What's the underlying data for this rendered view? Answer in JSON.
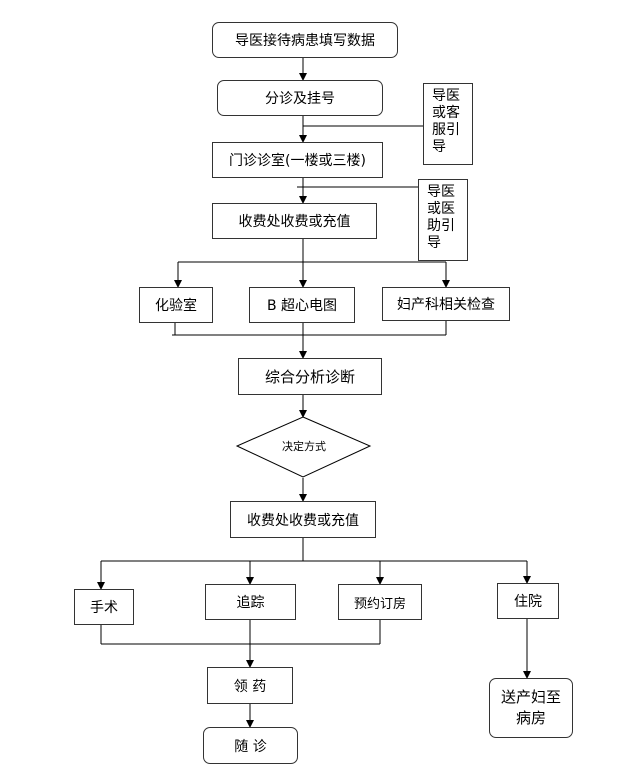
{
  "steps": {
    "reception": "导医接待病患填写数据",
    "triage": "分诊及挂号",
    "guide_service": "导医或客服引导",
    "clinic": "门诊诊室(一楼或三楼)",
    "payment1": "收费处收费或充值",
    "guide_assistant": "导医或医助引导",
    "lab": "化验室",
    "ultrasound": "B 超心电图",
    "gyn_exam": "妇产科相关检查",
    "diagnosis": "综合分析诊断",
    "decision": "决定方式",
    "payment2": "收费处收费或充值",
    "surgery": "手术",
    "followup": "追踪",
    "booking": "预约订房",
    "admission": "住院",
    "medicine": "领  药",
    "revisit": "随  诊",
    "ward": "送产妇至病房"
  }
}
